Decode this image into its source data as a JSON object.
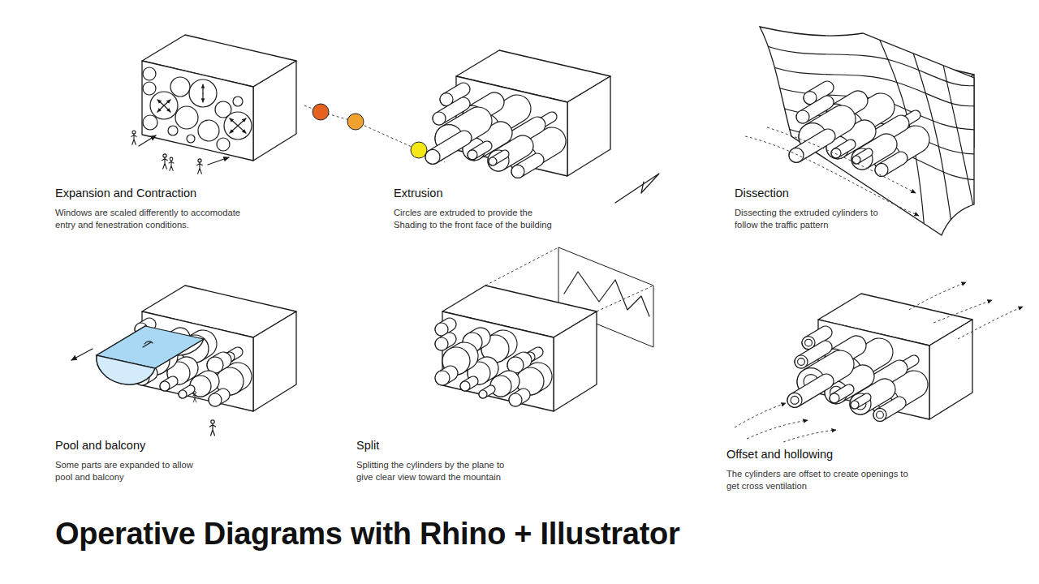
{
  "diagram": {
    "title": "Operative Diagrams with Rhino + Illustrator",
    "labels": [
      "Expansion and Contraction",
      "Windows are scaled differently to accomodate entry and fenestration conditions.",
      "Extrusion",
      "Circles are extruded to provide the Shading to the front face of the building",
      "Dissection",
      "Dissecting the extruded cylinders to follow the traffic pattern",
      "Pool and balcony",
      "Some parts are expanded to allow pool and balcony",
      "Split",
      "Splitting the cylinders by the plane to give clear view toward the mountain",
      "Offset and hollowing",
      "The cylinders are offset to create openings to get cross ventilation"
    ]
  }
}
